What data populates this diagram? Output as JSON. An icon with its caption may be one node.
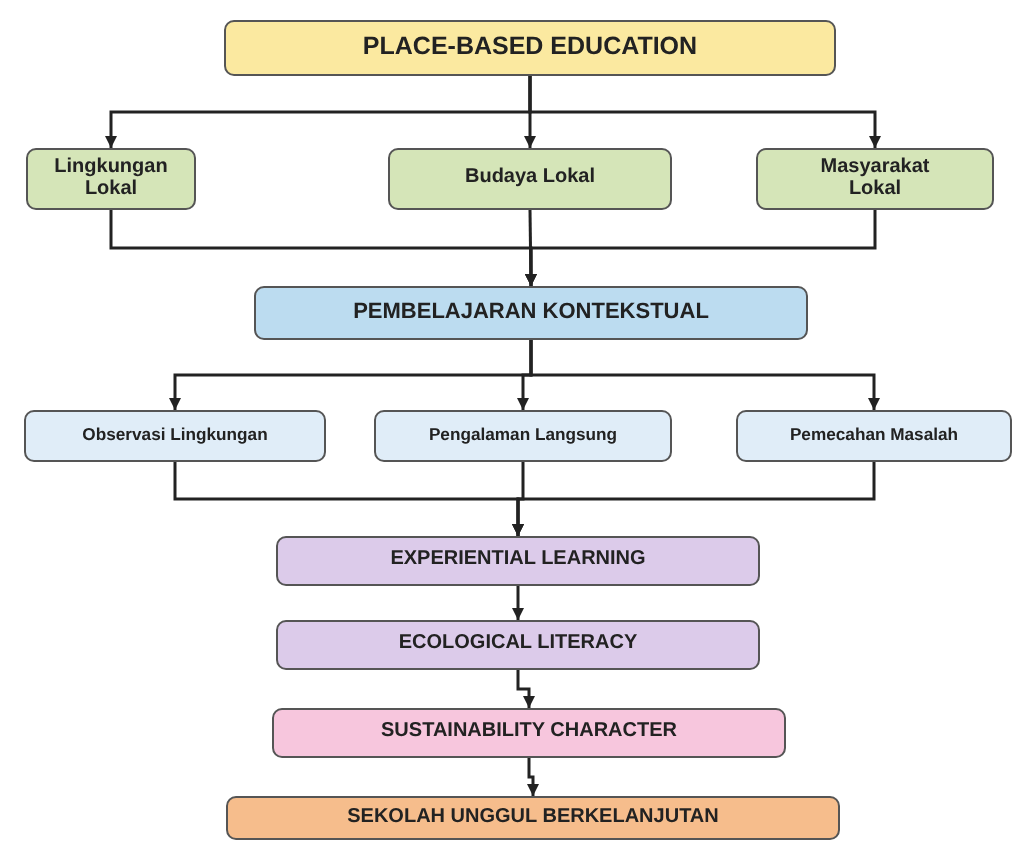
{
  "diagram": {
    "nodes": [
      {
        "text": [
          "PLACE-BASED EDUCATION"
        ]
      },
      {
        "text": [
          "Lingkungan Lokal"
        ]
      },
      {
        "text": [
          "Budaya Lokal"
        ]
      },
      {
        "text": [
          "Masyarakat Lokal"
        ]
      },
      {
        "text": [
          "PEMBELAJARAN KONTEKSTUAL"
        ]
      },
      {
        "text": [
          "Observasi Lingkungan"
        ]
      },
      {
        "text": [
          "Pengalaman Langsung"
        ]
      },
      {
        "text": [
          "Pemecahan Masalah"
        ]
      },
      {
        "text": [
          "EXPERIENTIAL LEARNING"
        ]
      },
      {
        "text": [
          "ECOLOGICAL LITERACY"
        ]
      },
      {
        "text": [
          "SUSTAINABILITY CHARACTER"
        ]
      },
      {
        "text": [
          "SEKOLAH UNGGUL BERKELANJUTAN"
        ]
      }
    ],
    "edges": [
      {
        "from": 0,
        "to": 1,
        "arrow": "to"
      },
      {
        "from": 0,
        "to": 2,
        "arrow": "to"
      },
      {
        "from": 0,
        "to": 3,
        "arrow": "to"
      },
      {
        "from": 1,
        "to": 4,
        "arrow": "to"
      },
      {
        "from": 2,
        "to": 4,
        "arrow": "to"
      },
      {
        "from": 3,
        "to": 4,
        "arrow": "to"
      },
      {
        "from": 4,
        "to": 5,
        "arrow": "to"
      },
      {
        "from": 4,
        "to": 6,
        "arrow": "to"
      },
      {
        "from": 4,
        "to": 7,
        "arrow": "to"
      },
      {
        "from": 5,
        "to": 8,
        "arrow": "to"
      },
      {
        "from": 6,
        "to": 8,
        "arrow": "to"
      },
      {
        "from": 7,
        "to": 8,
        "arrow": "to"
      },
      {
        "from": 8,
        "to": 9,
        "arrow": "to"
      },
      {
        "from": 9,
        "to": 10,
        "arrow": "to"
      },
      {
        "from": 10,
        "to": 11,
        "arrow": "to"
      }
    ]
  }
}
